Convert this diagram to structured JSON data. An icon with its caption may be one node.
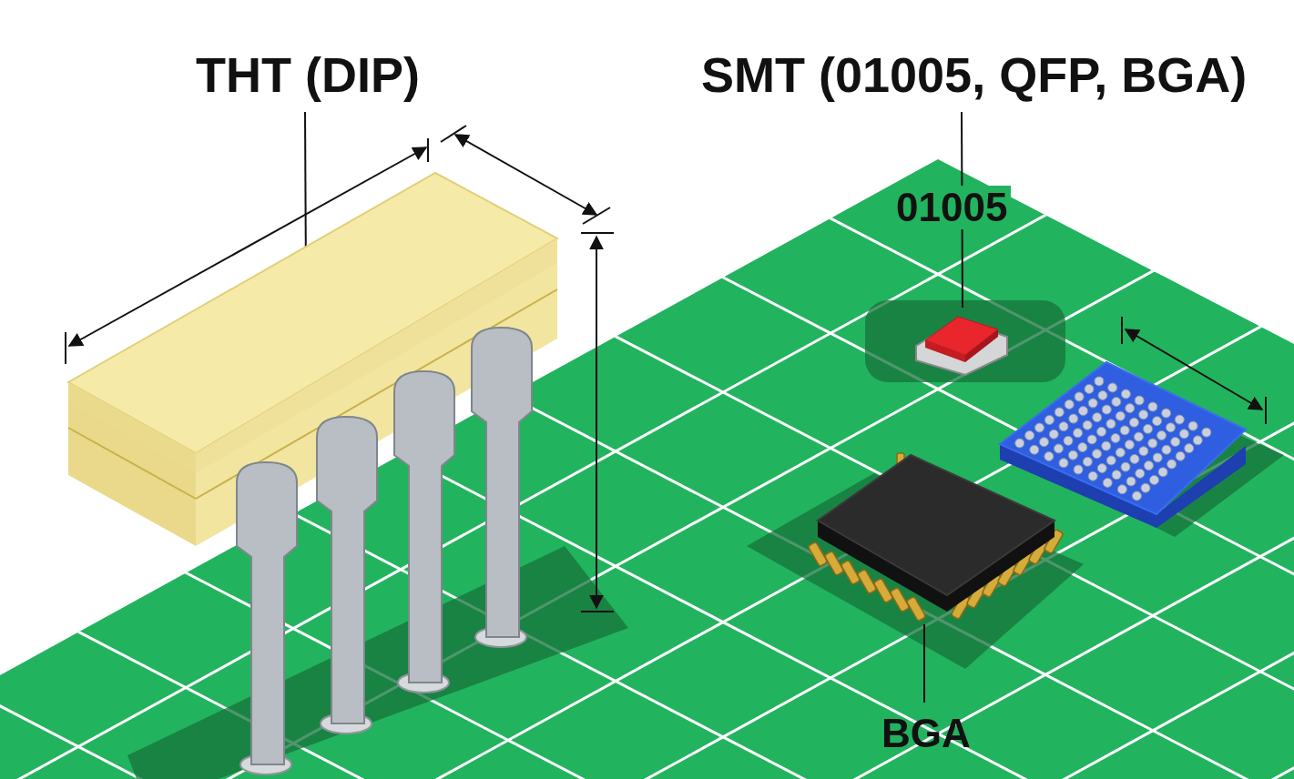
{
  "diagram": {
    "nodes": [
      {
        "text": [
          "THT (DIP)"
        ]
      },
      {
        "text": [],
        "shape": "picture"
      },
      {
        "text": [
          "SMT (01005, QFP, BGA)"
        ]
      },
      {
        "text": [],
        "shape": "picture"
      },
      {
        "text": [
          "BGA"
        ]
      },
      {
        "text": [],
        "shape": "picture"
      }
    ],
    "edges": [
      {
        "from": 0,
        "to": 1,
        "arrow": "none"
      },
      {
        "from": 2,
        "to": 3,
        "arrow": "none"
      },
      {
        "from": 4,
        "to": 5,
        "arrow": "none"
      }
    ],
    "labels": [
      "01005"
    ]
  }
}
